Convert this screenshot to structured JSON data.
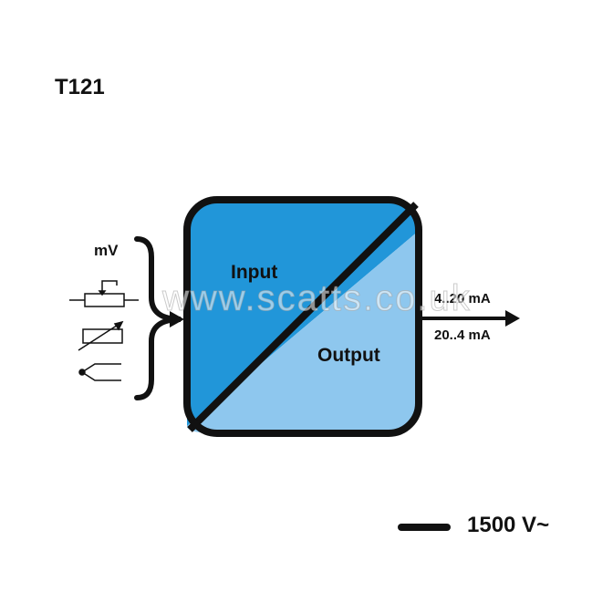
{
  "model": "T121",
  "input": {
    "label": "Input",
    "signal_label": "mV",
    "sensor_icons": [
      "potentiometer-icon",
      "resistance-thermometer-icon",
      "thermocouple-icon"
    ]
  },
  "output": {
    "label": "Output",
    "signals": [
      "4..20 mA",
      "20..4 mA"
    ]
  },
  "isolation": "1500 V~",
  "watermark": "www.scatts.co.uk",
  "colors": {
    "input_fill": "#2196d9",
    "output_fill": "#8ec7ee",
    "stroke": "#111111"
  }
}
